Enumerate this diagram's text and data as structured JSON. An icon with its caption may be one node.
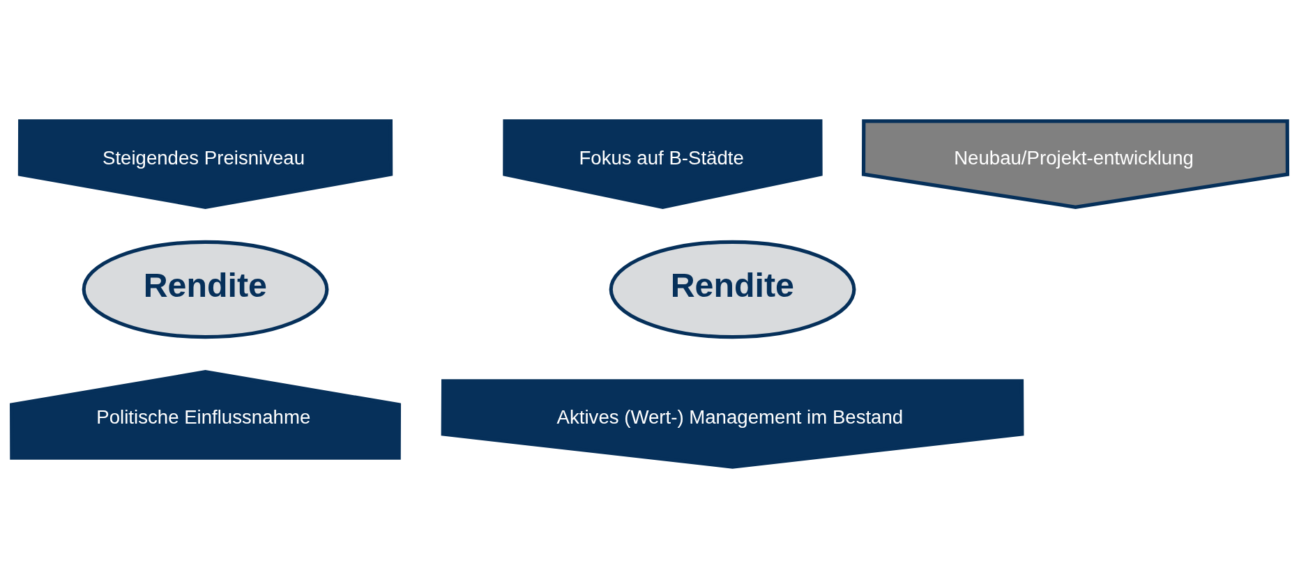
{
  "diagram": {
    "nodes": [
      {
        "text": [
          "Steigendes Preisniveau"
        ]
      },
      {
        "text": [
          "Rendite"
        ]
      },
      {
        "text": [
          "Politische Einflussnahme"
        ]
      },
      {
        "text": [
          "Fokus auf B-Städte"
        ]
      },
      {
        "text": [
          "Neubau/Projekt-entwicklung"
        ]
      },
      {
        "text": [
          "Rendite"
        ]
      },
      {
        "text": [
          "Aktives (Wert-) Management im Bestand"
        ]
      }
    ]
  }
}
